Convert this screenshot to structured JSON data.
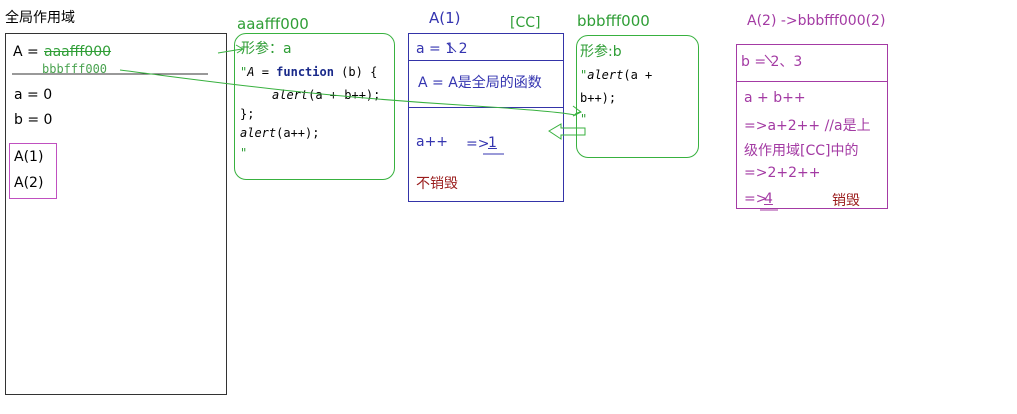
{
  "global": {
    "title": "全局作用域",
    "a_var_prefix": "A = ",
    "a_var_old": "aaafff000",
    "a_var_new": "bbbfff000",
    "var_a": "a = 0",
    "var_b": "b = 0",
    "calls": [
      "A(1)",
      "A(2)"
    ]
  },
  "func_a": {
    "address": "aaafff000",
    "param": "形参：a",
    "code": {
      "line1_quote": "\"",
      "line1_name": "A",
      "line1_eq": " = ",
      "line1_kw": "function",
      "line1_rest": " (b) {",
      "line2_call": "alert",
      "line2_rest": "(a + b++);",
      "line3": "};",
      "line4_call": "alert",
      "line4_rest": "(a++);",
      "line5": "\""
    }
  },
  "ctx_a1": {
    "title": "A(1)",
    "tag": "[CC]",
    "a_value": "a  = 1  2",
    "a_is": "A = A是全局的函数",
    "a_inc": "a++",
    "result_prefix": "=>",
    "result_value": "1",
    "not_destroyed": "不销毁"
  },
  "func_b": {
    "address": "bbbfff000",
    "param": "形参:b",
    "code": {
      "quote_open": "\"",
      "line1_call": "alert",
      "line1_rest": "(a +",
      "line2": "b++);",
      "quote_close": "\""
    }
  },
  "ctx_a2": {
    "title": "A(2) ->bbbfff000(2)",
    "b_value": "b = 2、3",
    "lines": [
      "a + b++",
      "=>a+2++ //a是上",
      "级作用域[CC]中的",
      "=>2+2++"
    ],
    "result_prefix": "=>",
    "result_value": "4",
    "destroyed": "销毁"
  },
  "colors": {
    "green": "#2f9e36",
    "blue": "#3535b0",
    "purple": "#a33aa3",
    "dark_red": "#9a1c1c"
  }
}
